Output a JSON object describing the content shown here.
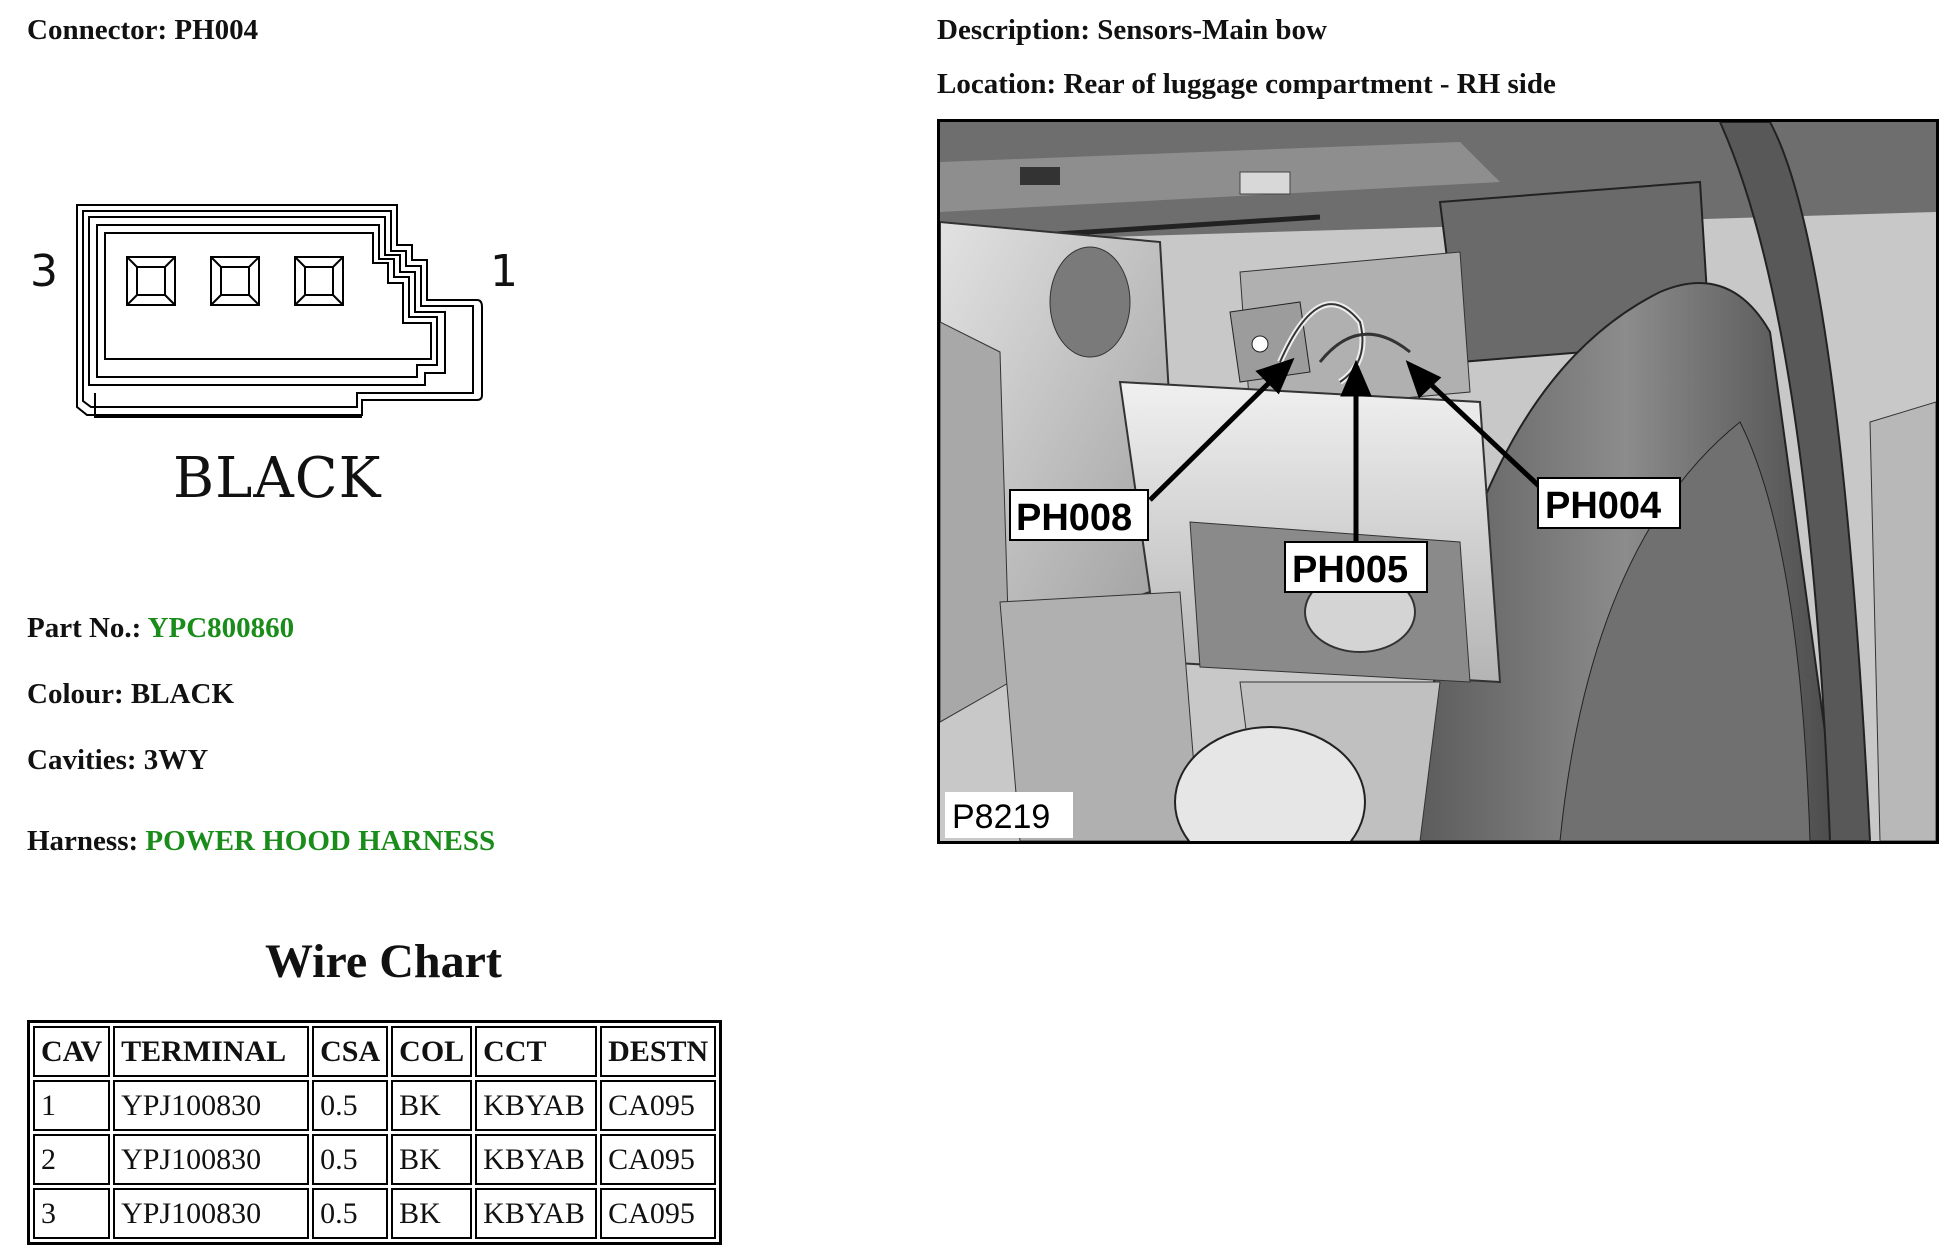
{
  "header": {
    "connector_label": "Connector:",
    "connector_value": "PH004",
    "description_label": "Description:",
    "description_value": "Sensors-Main bow",
    "location_label": "Location:",
    "location_value": "Rear of luggage compartment - RH side"
  },
  "connector_diagram": {
    "left_cavity": "3",
    "right_cavity": "1",
    "colour_label": "BLACK"
  },
  "details": {
    "part_label": "Part No.:",
    "part_value": "YPC800860",
    "colour_label": "Colour:",
    "colour_value": "BLACK",
    "cavities_label": "Cavities:",
    "cavities_value": "3WY",
    "harness_label": "Harness:",
    "harness_value": "POWER HOOD HARNESS"
  },
  "wire_chart": {
    "title": "Wire Chart",
    "headers": [
      "CAV",
      "TERMINAL",
      "CSA",
      "COL",
      "CCT",
      "DESTN"
    ],
    "rows": [
      [
        "1",
        "YPJ100830",
        "0.5",
        "BK",
        "KBYAB",
        "CA095"
      ],
      [
        "2",
        "YPJ100830",
        "0.5",
        "BK",
        "KBYAB",
        "CA095"
      ],
      [
        "3",
        "YPJ100830",
        "0.5",
        "BK",
        "KBYAB",
        "CA095"
      ]
    ]
  },
  "photo": {
    "callouts": [
      "PH008",
      "PH005",
      "PH004"
    ],
    "reference": "P8219"
  },
  "colors": {
    "link_green": "#1a8c1a",
    "text": "#111111"
  }
}
